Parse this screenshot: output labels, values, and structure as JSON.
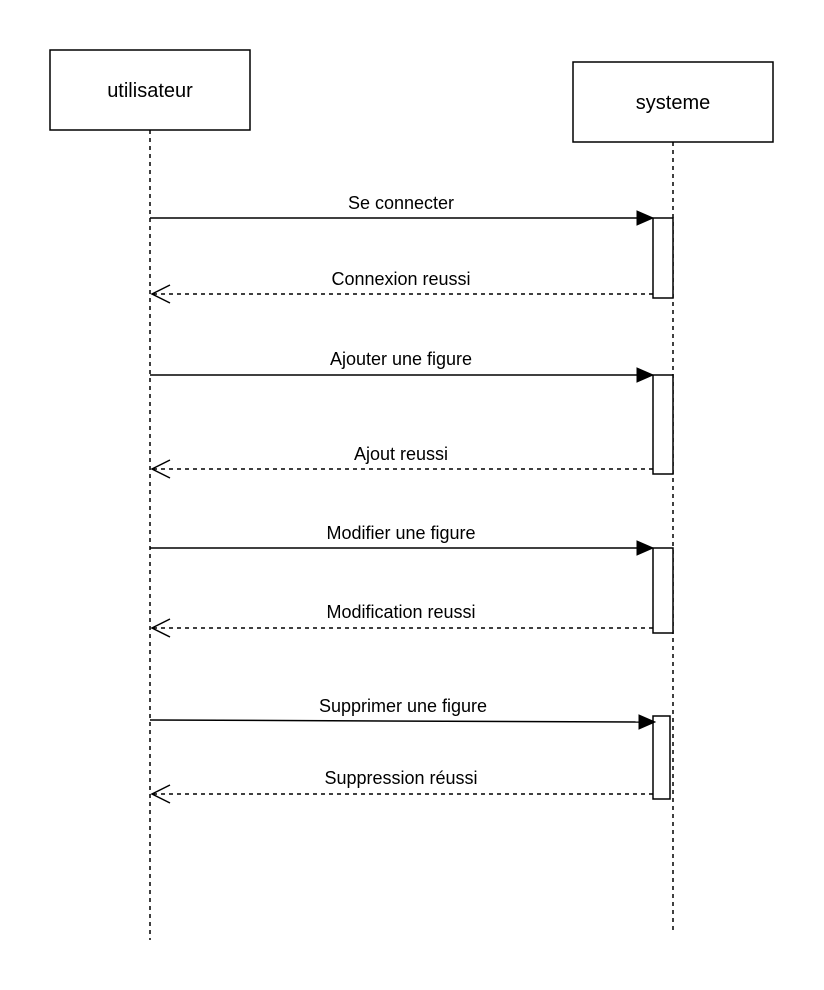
{
  "diagram": {
    "participants": [
      {
        "id": "user",
        "name": "utilisateur"
      },
      {
        "id": "system",
        "name": "systeme"
      }
    ],
    "messages": [
      {
        "label": "Se connecter",
        "from": "utilisateur",
        "to": "systeme",
        "kind": "synchronous"
      },
      {
        "label": "Connexion reussi",
        "from": "systeme",
        "to": "utilisateur",
        "kind": "return"
      },
      {
        "label": "Ajouter une figure",
        "from": "utilisateur",
        "to": "systeme",
        "kind": "synchronous"
      },
      {
        "label": "Ajout reussi",
        "from": "systeme",
        "to": "utilisateur",
        "kind": "return"
      },
      {
        "label": "Modifier une figure",
        "from": "utilisateur",
        "to": "systeme",
        "kind": "synchronous"
      },
      {
        "label": "Modification reussi",
        "from": "systeme",
        "to": "utilisateur",
        "kind": "return"
      },
      {
        "label": "Supprimer une figure",
        "from": "utilisateur",
        "to": "systeme",
        "kind": "synchronous"
      },
      {
        "label": "Suppression réussi",
        "from": "systeme",
        "to": "utilisateur",
        "kind": "return"
      }
    ]
  }
}
